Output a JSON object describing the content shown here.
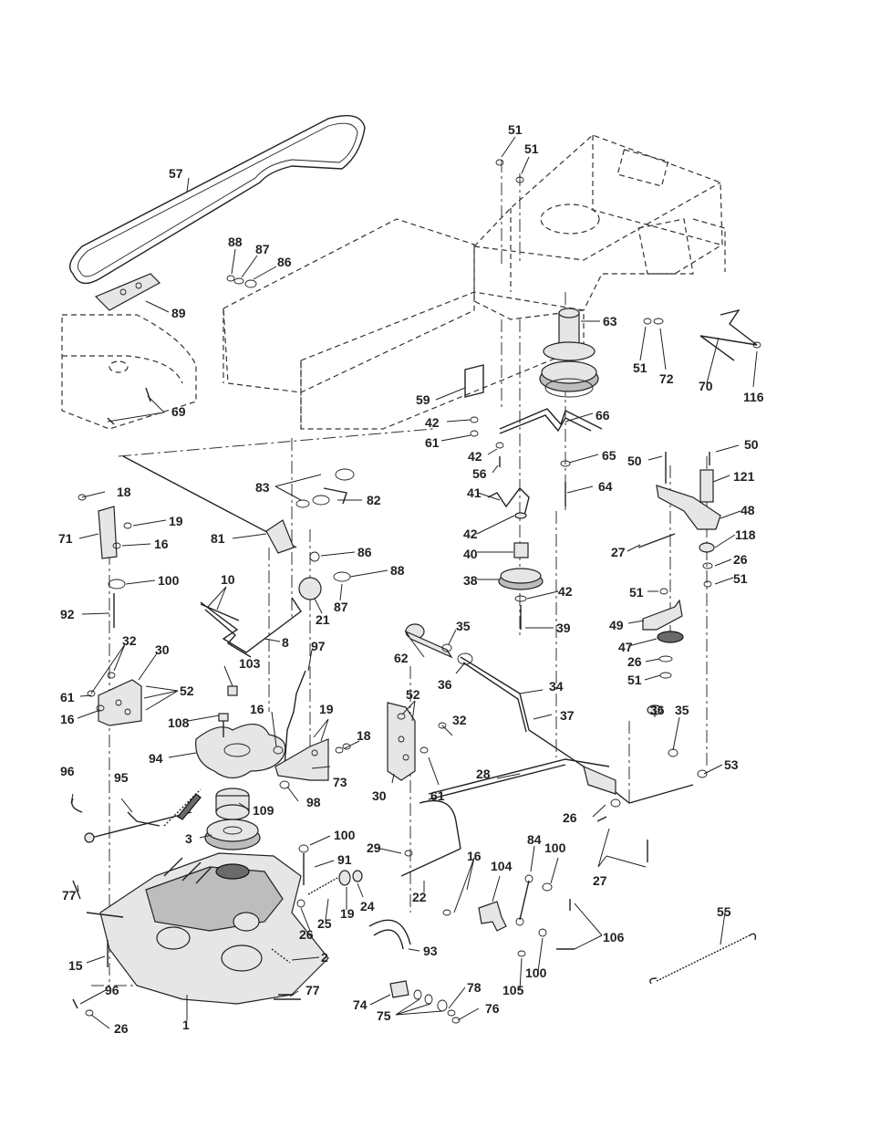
{
  "diagram": {
    "labels": [
      "57",
      "51",
      "51",
      "88",
      "87",
      "86",
      "89",
      "69",
      "63",
      "51",
      "72",
      "70",
      "116",
      "59",
      "42",
      "61",
      "42",
      "56",
      "66",
      "65",
      "50",
      "50",
      "121",
      "64",
      "83",
      "82",
      "18",
      "19",
      "71",
      "16",
      "81",
      "86",
      "100",
      "88",
      "87",
      "92",
      "10",
      "21",
      "8",
      "41",
      "42",
      "40",
      "38",
      "42",
      "39",
      "48",
      "118",
      "27",
      "26",
      "51",
      "51",
      "49",
      "47",
      "26",
      "51",
      "32",
      "30",
      "103",
      "97",
      "62",
      "35",
      "36",
      "34",
      "37",
      "61",
      "52",
      "16",
      "108",
      "16",
      "19",
      "18",
      "52",
      "32",
      "36",
      "35",
      "94",
      "73",
      "30",
      "61",
      "28",
      "53",
      "96",
      "95",
      "109",
      "98",
      "26",
      "3",
      "100",
      "29",
      "16",
      "84",
      "100",
      "91",
      "104",
      "27",
      "77",
      "22",
      "24",
      "19",
      "25",
      "26",
      "106",
      "55",
      "15",
      "2",
      "93",
      "96",
      "77",
      "78",
      "74",
      "75",
      "76",
      "105",
      "100",
      "1",
      "26"
    ]
  }
}
